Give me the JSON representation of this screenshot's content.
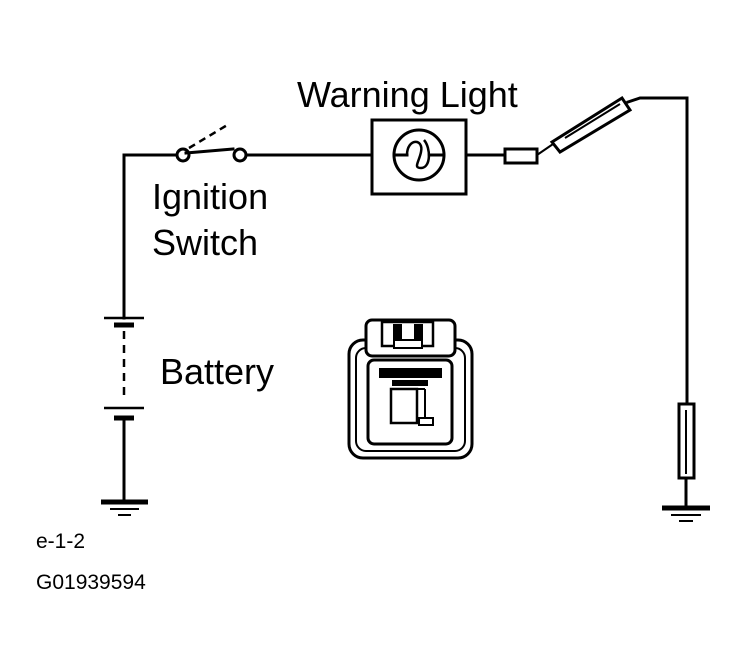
{
  "labels": {
    "warning_light": "Warning Light",
    "ignition_line1": "Ignition",
    "ignition_line2": "Switch",
    "battery": "Battery"
  },
  "footer": {
    "figure_ref": "e-1-2",
    "graphic_id": "G01939594"
  }
}
